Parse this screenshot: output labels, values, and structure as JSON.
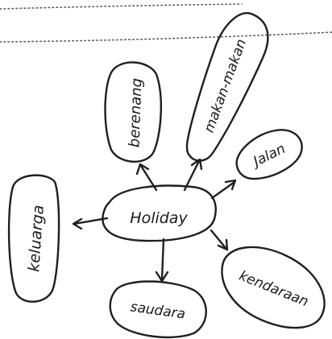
{
  "mindmap": {
    "center": "Holiday",
    "branches": [
      {
        "label": "keluarga"
      },
      {
        "label": "berenang"
      },
      {
        "label": "makan-makan"
      },
      {
        "label": "Jalan"
      },
      {
        "label": "kendaraan"
      },
      {
        "label": "saudara"
      }
    ]
  }
}
